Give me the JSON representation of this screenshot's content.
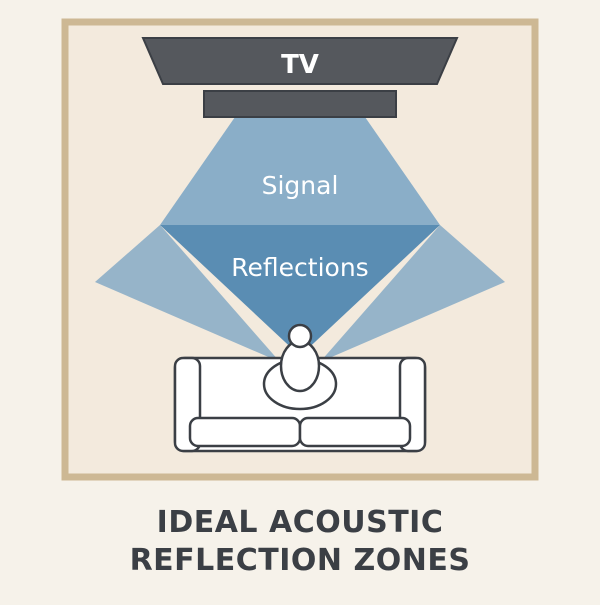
{
  "diagram": {
    "tv_label": "TV",
    "signal_label": "Signal",
    "reflections_label": "Reflections",
    "caption_line1": "IDEAL ACOUSTIC",
    "caption_line2": "REFLECTION ZONES"
  },
  "colors": {
    "background": "#f6f2ea",
    "room_fill": "#f3eadd",
    "room_border": "#cdb894",
    "tv": "#55585d",
    "soundbar": "#55585d",
    "signal_zone": "#8aaec8",
    "reflection_zone": "#5a8db3",
    "side_reflection": "#7ea6c4",
    "outline": "#3b3f45",
    "caption": "#3b3f45"
  }
}
